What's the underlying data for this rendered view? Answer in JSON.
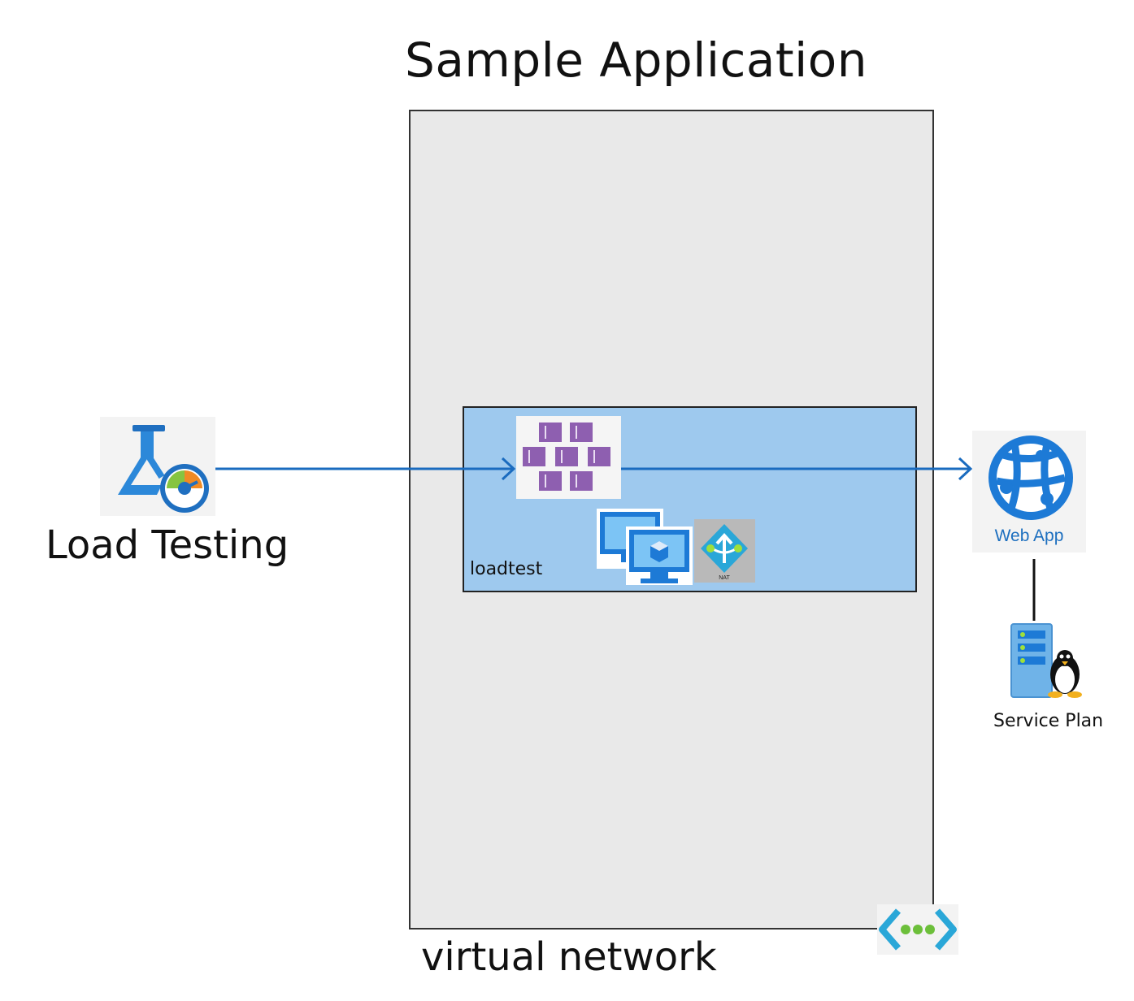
{
  "diagram": {
    "title": "Sample Application",
    "virtual_network_label": "virtual network",
    "subnet_label": "loadtest",
    "nodes": {
      "load_testing": {
        "label": "Load Testing",
        "icon": "load-testing-icon"
      },
      "aks": {
        "icon": "kubernetes-cluster-icon"
      },
      "vm_scale_set": {
        "icon": "virtual-machines-icon"
      },
      "nat_gateway": {
        "icon": "nat-gateway-icon",
        "badge": "NAT"
      },
      "web_app": {
        "label": "Web App",
        "icon": "web-app-icon"
      },
      "service_plan": {
        "label": "Service Plan",
        "icon": "linux-service-plan-icon"
      },
      "vnet": {
        "icon": "virtual-network-icon"
      }
    },
    "edges": [
      {
        "from": "load_testing",
        "to": "aks",
        "style": "arrow"
      },
      {
        "from": "aks",
        "to": "web_app",
        "style": "arrow"
      },
      {
        "from": "web_app",
        "to": "service_plan",
        "style": "line"
      }
    ],
    "colors": {
      "arrow": "#1a6bbf",
      "vnet_fill": "#e9e9e9",
      "subnet_fill": "#9ec9ee",
      "aks_purple": "#8e5fb0",
      "azure_blue": "#1d7ad6"
    }
  }
}
